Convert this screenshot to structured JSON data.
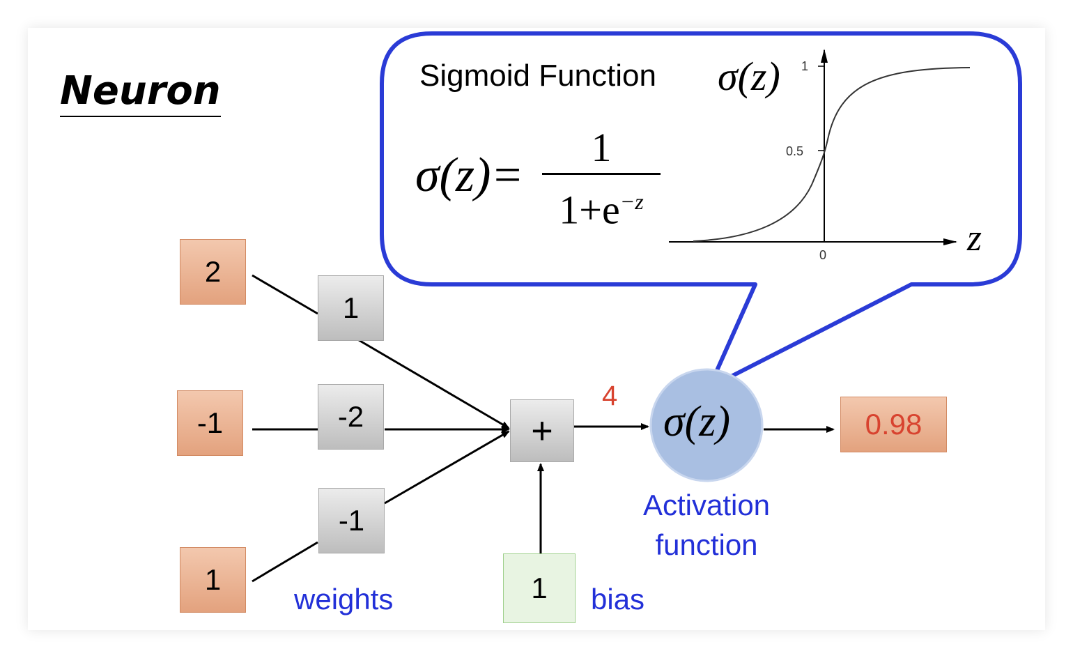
{
  "title": "Neuron",
  "inputs": [
    "2",
    "-1",
    "1"
  ],
  "weights": [
    "1",
    "-2",
    "-1"
  ],
  "sum_symbol": "+",
  "sum_value": "4",
  "bias": "1",
  "output": "0.98",
  "labels": {
    "weights": "weights",
    "bias": "bias",
    "activation_line1": "Activation",
    "activation_line2": "function"
  },
  "activation_symbol": "σ(z)",
  "callout": {
    "title": "Sigmoid Function",
    "formula_lhs": "σ(z)=",
    "numerator": "1",
    "denominator_base": "1+e",
    "denominator_exp": "−z",
    "graph_label": "σ(z)",
    "axis_label": "z",
    "ticks": {
      "y_top": "1",
      "y_mid": "0.5",
      "x_zero": "0"
    }
  },
  "colors": {
    "callout_border": "#2a3bd6",
    "blue_text": "#2230d8",
    "red_text": "#d8432f",
    "circle_fill": "#a9bfe2"
  }
}
